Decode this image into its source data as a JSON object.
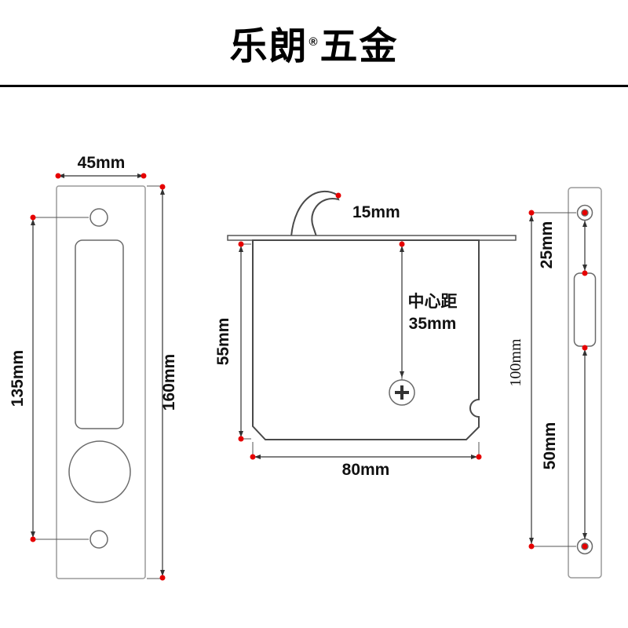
{
  "colors": {
    "accent_red": "#e60000",
    "ink": "#111111",
    "line": "#444444"
  },
  "header": {
    "brand": "乐朗",
    "registered_mark": "®",
    "brand_suffix": "五金"
  },
  "front_plate": {
    "width": "45mm",
    "hole_spacing": "135mm",
    "height": "160mm"
  },
  "lock_body": {
    "hook_label": "15mm",
    "depth": "55mm",
    "center_distance_title": "中心距",
    "center_distance_value": "35mm",
    "width": "80mm"
  },
  "side_plate": {
    "top_segment": "25mm",
    "overall": "100mm",
    "bottom_segment": "50mm"
  }
}
